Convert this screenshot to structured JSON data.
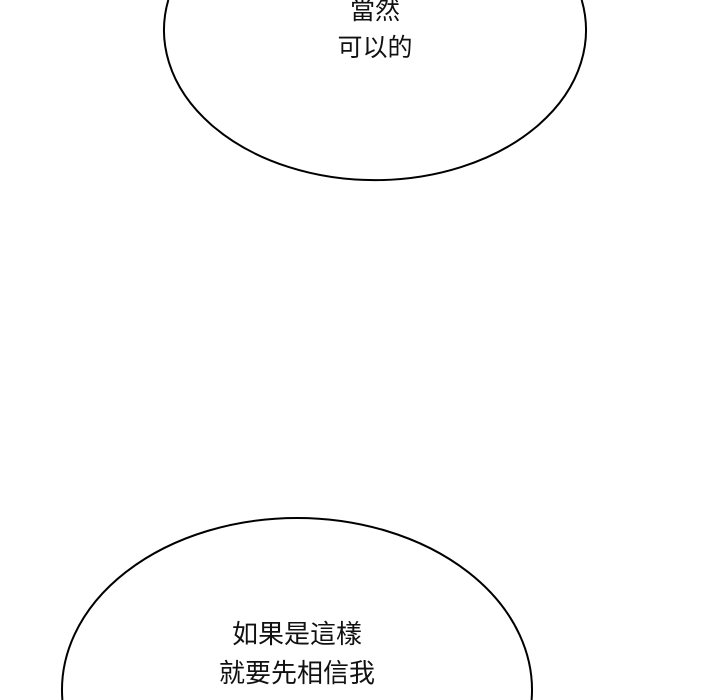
{
  "bubbles": [
    {
      "lines": [
        "當然",
        "可以的"
      ]
    },
    {
      "lines": [
        "如果是這樣",
        "就要先相信我"
      ]
    }
  ],
  "colors": {
    "background": "#ffffff",
    "outline": "#000000",
    "text": "#111111"
  }
}
